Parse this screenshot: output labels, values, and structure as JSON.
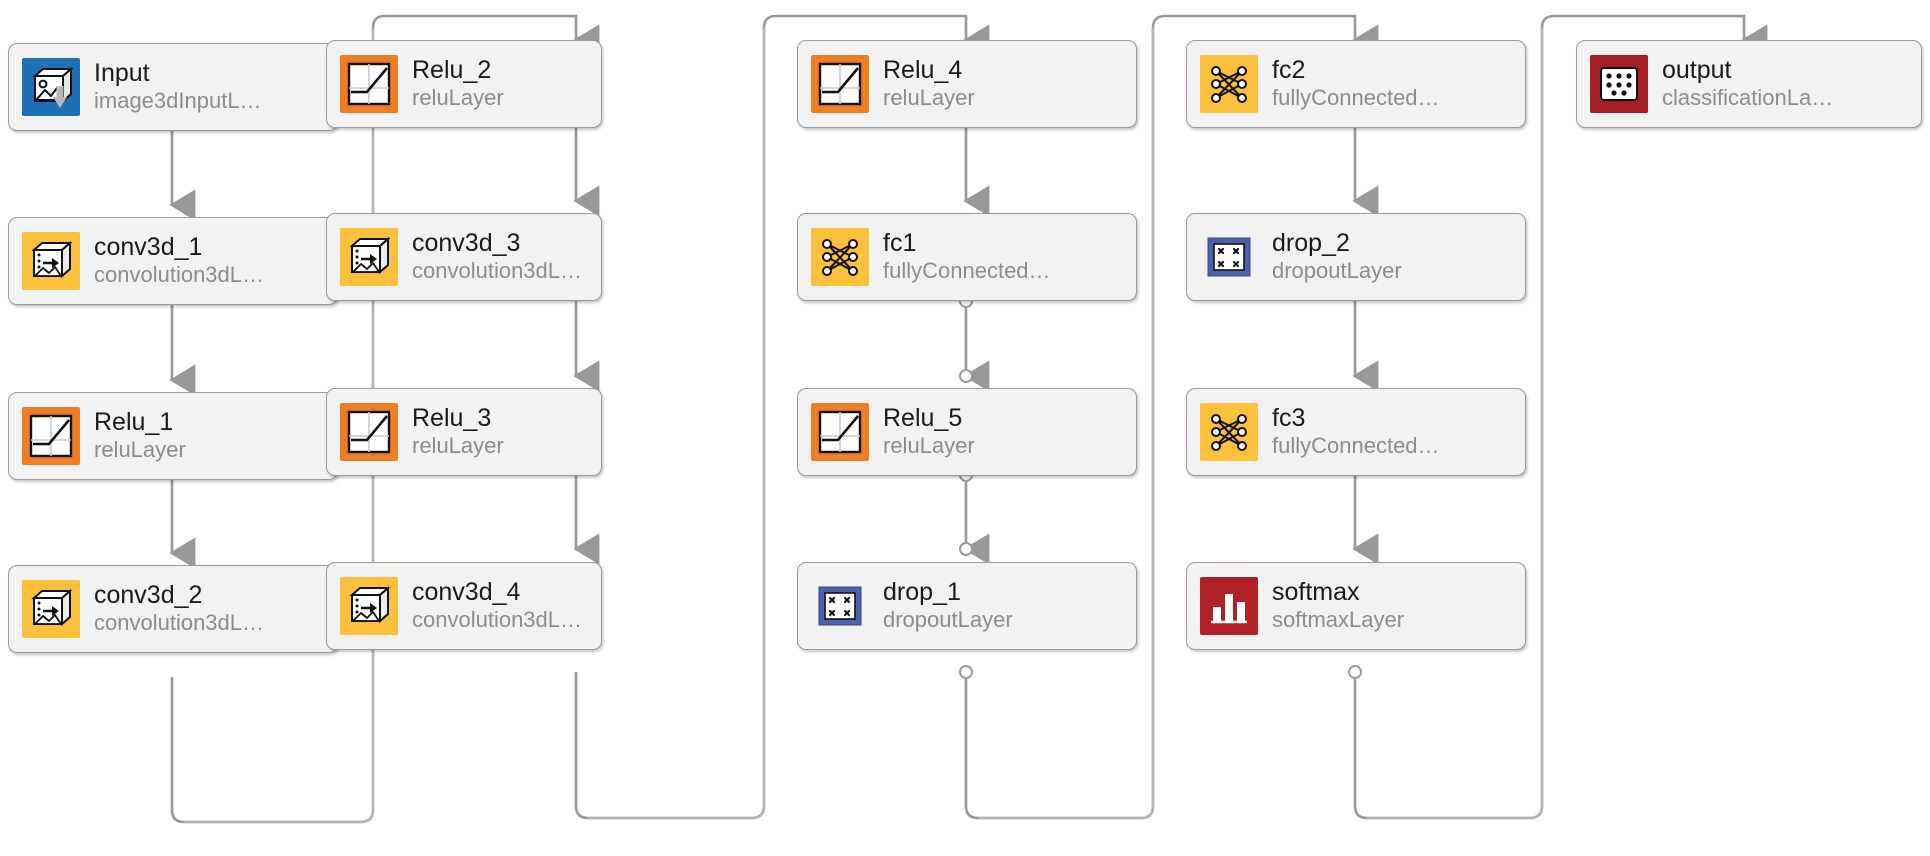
{
  "diagram": {
    "title": "Deep Network Designer layer graph",
    "type": "neural-network-layer-graph",
    "colors": {
      "node_fill": "#f2f2f2",
      "node_border": "#9a9a9a",
      "wire": "#999999",
      "input_icon": "#1f6fb4",
      "relu_icon": "#ef7d22",
      "conv_icon": "#fbc13c",
      "fc_icon": "#fbc13c",
      "dropout_icon": "#4f5fab",
      "softmax_icon": "#b02025",
      "classification_icon": "#a31f23"
    },
    "columns": [
      {
        "index": 1,
        "nodes": [
          {
            "id": "input",
            "title": "Input",
            "subtitle": "image3dInputL…",
            "icon": "image3d-input-icon"
          },
          {
            "id": "conv3d_1",
            "title": "conv3d_1",
            "subtitle": "convolution3dL…",
            "icon": "convolution3d-icon"
          },
          {
            "id": "relu_1",
            "title": "Relu_1",
            "subtitle": "reluLayer",
            "icon": "relu-icon"
          },
          {
            "id": "conv3d_2",
            "title": "conv3d_2",
            "subtitle": "convolution3dL…",
            "icon": "convolution3d-icon"
          }
        ]
      },
      {
        "index": 2,
        "nodes": [
          {
            "id": "relu_2",
            "title": "Relu_2",
            "subtitle": "reluLayer",
            "icon": "relu-icon"
          },
          {
            "id": "conv3d_3",
            "title": "conv3d_3",
            "subtitle": "convolution3dL…",
            "icon": "convolution3d-icon"
          },
          {
            "id": "relu_3",
            "title": "Relu_3",
            "subtitle": "reluLayer",
            "icon": "relu-icon"
          },
          {
            "id": "conv3d_4",
            "title": "conv3d_4",
            "subtitle": "convolution3dL…",
            "icon": "convolution3d-icon"
          }
        ]
      },
      {
        "index": 3,
        "nodes": [
          {
            "id": "relu_4",
            "title": "Relu_4",
            "subtitle": "reluLayer",
            "icon": "relu-icon"
          },
          {
            "id": "fc1",
            "title": "fc1",
            "subtitle": "fullyConnected…",
            "icon": "fully-connected-icon"
          },
          {
            "id": "relu_5",
            "title": "Relu_5",
            "subtitle": "reluLayer",
            "icon": "relu-icon"
          },
          {
            "id": "drop_1",
            "title": "drop_1",
            "subtitle": "dropoutLayer",
            "icon": "dropout-icon"
          }
        ]
      },
      {
        "index": 4,
        "nodes": [
          {
            "id": "fc2",
            "title": "fc2",
            "subtitle": "fullyConnected…",
            "icon": "fully-connected-icon"
          },
          {
            "id": "drop_2",
            "title": "drop_2",
            "subtitle": "dropoutLayer",
            "icon": "dropout-icon"
          },
          {
            "id": "fc3",
            "title": "fc3",
            "subtitle": "fullyConnected…",
            "icon": "fully-connected-icon"
          },
          {
            "id": "softmax",
            "title": "softmax",
            "subtitle": "softmaxLayer",
            "icon": "softmax-icon"
          }
        ]
      },
      {
        "index": 5,
        "nodes": [
          {
            "id": "output",
            "title": "output",
            "subtitle": "classificationLa…",
            "icon": "classification-icon"
          }
        ]
      }
    ]
  }
}
